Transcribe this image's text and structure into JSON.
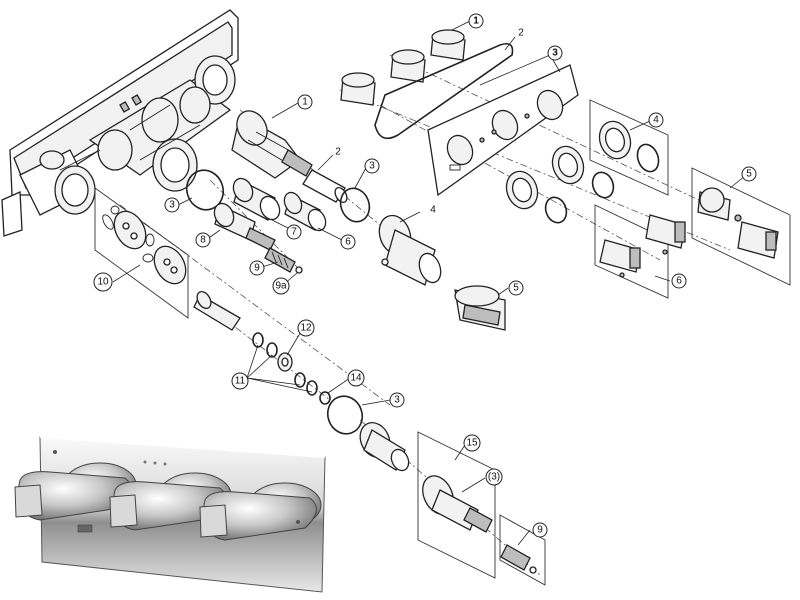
{
  "callouts": [
    {
      "id": "c1a",
      "label": "1"
    },
    {
      "id": "c2a",
      "label": "2"
    },
    {
      "id": "c3a",
      "label": "3"
    },
    {
      "id": "c4a",
      "label": "4"
    },
    {
      "id": "c5a",
      "label": "5"
    },
    {
      "id": "c6a",
      "label": "6"
    },
    {
      "id": "c1b",
      "label": "1"
    },
    {
      "id": "c2b",
      "label": "2"
    },
    {
      "id": "c3b",
      "label": "3"
    },
    {
      "id": "c3c",
      "label": "3"
    },
    {
      "id": "c4b",
      "label": "4"
    },
    {
      "id": "c5b",
      "label": "5"
    },
    {
      "id": "c6b",
      "label": "6"
    },
    {
      "id": "c7",
      "label": "7"
    },
    {
      "id": "c8",
      "label": "8"
    },
    {
      "id": "c9a",
      "label": "9"
    },
    {
      "id": "c9b",
      "label": "9a"
    },
    {
      "id": "c10",
      "label": "10"
    },
    {
      "id": "c11",
      "label": "11"
    },
    {
      "id": "c12",
      "label": "12"
    },
    {
      "id": "c14",
      "label": "14"
    },
    {
      "id": "c3d",
      "label": "3"
    },
    {
      "id": "c15",
      "label": "15"
    },
    {
      "id": "c3e",
      "label": "(3)"
    },
    {
      "id": "c9c",
      "label": "9"
    }
  ],
  "colors": {
    "line": "#222222",
    "chrome_light": "#f4f4f4",
    "chrome_dark": "#9a9a9a"
  }
}
